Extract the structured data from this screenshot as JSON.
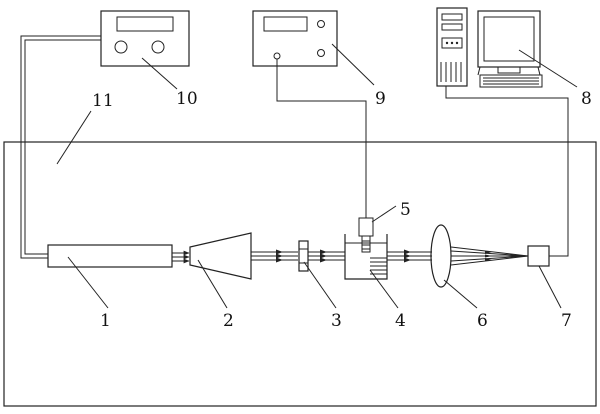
{
  "diagram": {
    "labels": {
      "laser": "1",
      "beam_expander": "2",
      "aperture": "3",
      "sample_cell": "4",
      "probe": "5",
      "lens": "6",
      "detector": "7",
      "computer": "8",
      "instrument_9": "9",
      "instrument_10": "10",
      "frame": "11"
    }
  }
}
